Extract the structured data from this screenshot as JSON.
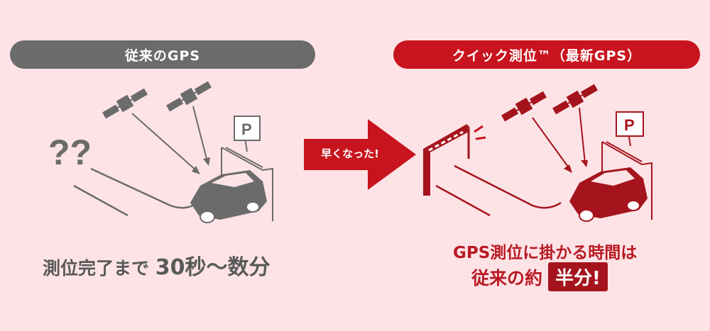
{
  "left": {
    "header": "従来のGPS",
    "caption_prefix": "測位完了まで",
    "caption_emph": "30秒～数分",
    "question_marks": "??"
  },
  "right": {
    "header": "クイック測位™（最新GPS）",
    "caption_line1": "GPS測位に掛かる時間は",
    "caption_line2": "従来の約",
    "badge": "半分!"
  },
  "arrow": {
    "label": "早くなった!"
  },
  "parking_sign": "P",
  "colors": {
    "gray": "#6b6b6b",
    "red": "#c8141e",
    "dark_red": "#a5141d",
    "bg": "#fde3e6"
  },
  "icons": [
    "satellite-icon",
    "car-icon",
    "parking-sign-icon",
    "gate-icon",
    "question-mark-icon",
    "arrow-right-icon"
  ]
}
